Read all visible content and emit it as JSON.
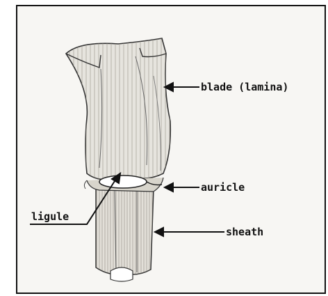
{
  "figure": {
    "labels": {
      "blade": "blade (lamina)",
      "auricle": "auricle",
      "ligule": "ligule",
      "sheath": "sheath"
    },
    "colors": {
      "ink": "#111111",
      "paper": "#f7f6f3",
      "leaf_fill": "#e6e4de",
      "shadow": "#c9c6bd"
    }
  }
}
